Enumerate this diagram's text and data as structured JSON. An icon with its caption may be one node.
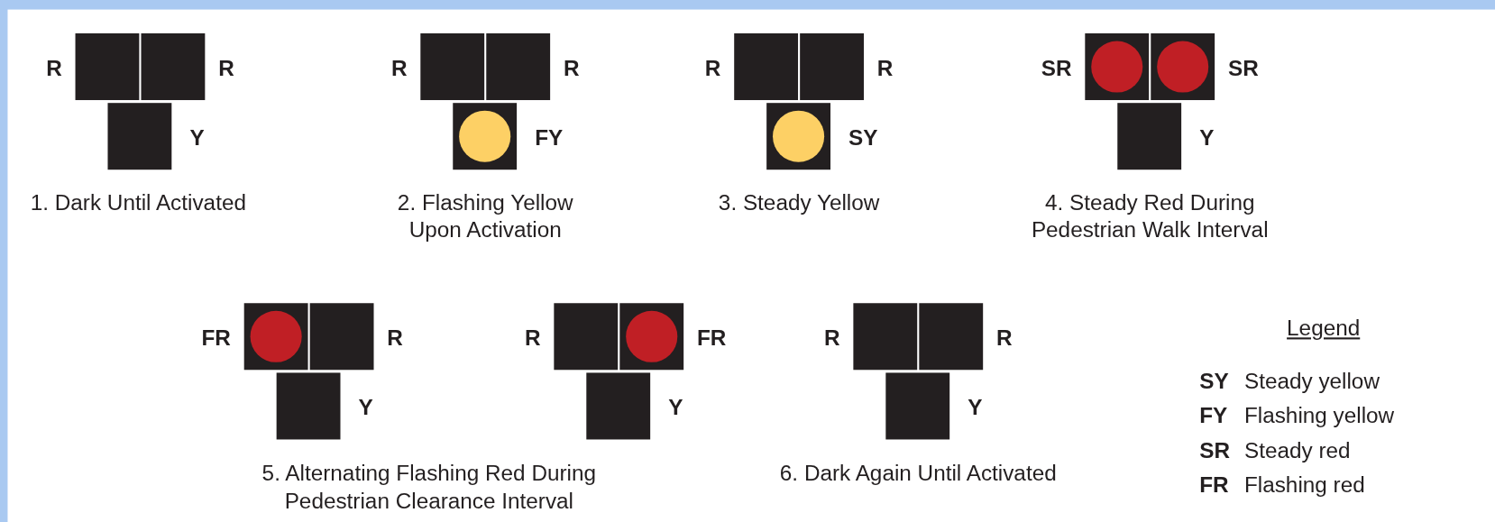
{
  "diagram": {
    "labels": [
      "R",
      "R",
      "Y",
      "1. Dark Until Activated",
      "R",
      "R",
      "FY",
      "2. Flashing Yellow Upon Activation",
      "R",
      "R",
      "SY",
      "3. Steady Yellow",
      "SR",
      "SR",
      "Y",
      "4. Steady Red During Pedestrian Walk Interval",
      "FR",
      "R",
      "Y",
      "R",
      "FR",
      "Y",
      "5. Alternating Flashing Red During Pedestrian Clearance Interval",
      "R",
      "R",
      "Y",
      "6. Dark Again Until Activated",
      "Legend",
      "SY",
      "Steady yellow",
      "FY",
      "Flashing yellow",
      "SR",
      "Steady red",
      "FR",
      "Flashing red"
    ]
  }
}
